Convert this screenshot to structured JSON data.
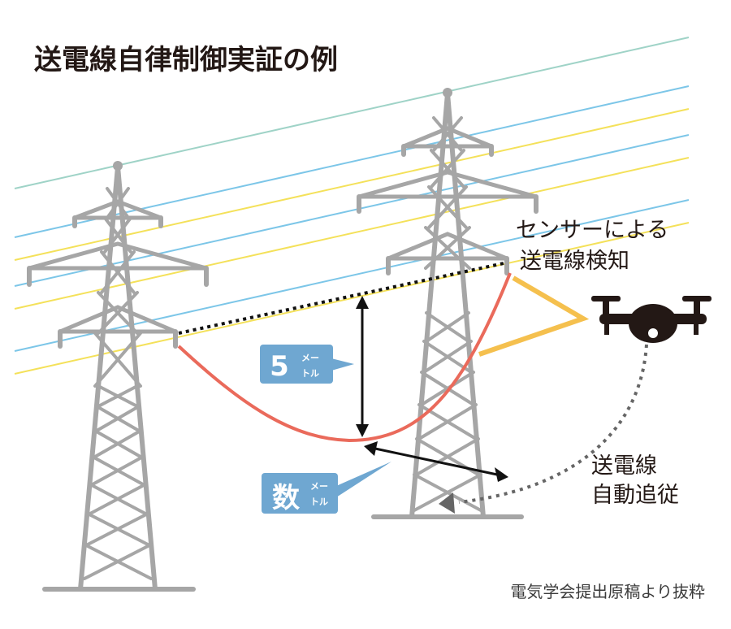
{
  "title": "送電線自律制御実証の例",
  "labels": {
    "sensor_line1": "センサーによる",
    "sensor_line2": "送電線検知",
    "track_line1": "送電線",
    "track_line2": "自動追従",
    "source": "電気学会提出原稿より抜粋"
  },
  "badges": {
    "five_number": "5",
    "five_unit_top": "メー",
    "five_unit_bottom": "トル",
    "several_number": "数",
    "several_unit_top": "メー",
    "several_unit_bottom": "トル"
  },
  "colors": {
    "tower": "#a6a6a6",
    "wire_teal": "#9fd3c7",
    "wire_blue": "#7cc6e8",
    "wire_yellow": "#f4e15a",
    "sag_wire": "#ea6a5b",
    "sensor_beam": "#f5c04e",
    "badge": "#6fa7d1",
    "drone": "#231815",
    "arrow": "#111111",
    "dotted_path": "#666666"
  },
  "icons": [
    "drone-icon"
  ]
}
